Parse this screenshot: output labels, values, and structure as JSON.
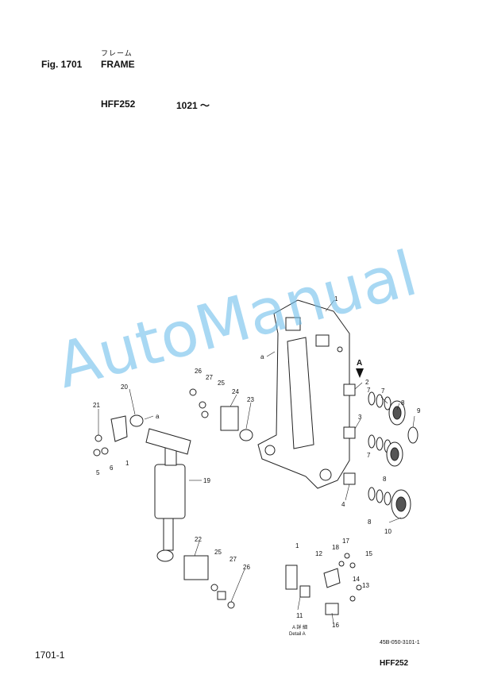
{
  "header": {
    "title_jp": "フレーム",
    "fig_label": "Fig. 1701",
    "title": "FRAME",
    "model": "HFF252",
    "serial_range": "1021 ～"
  },
  "footer": {
    "page_number": "1701-1",
    "model": "HFF252",
    "document_number": "45B-050-3101-1"
  },
  "watermark": "AutoManual",
  "detail": {
    "label_jp": "A 詳 細",
    "label": "Detail A",
    "arrow_label": "A"
  },
  "callouts": [
    "1",
    "2",
    "3",
    "4",
    "5",
    "6",
    "7",
    "8",
    "9",
    "10",
    "11",
    "12",
    "13",
    "14",
    "15",
    "16",
    "17",
    "18",
    "19",
    "20",
    "21",
    "22",
    "23",
    "24",
    "25",
    "26",
    "27",
    "a"
  ]
}
